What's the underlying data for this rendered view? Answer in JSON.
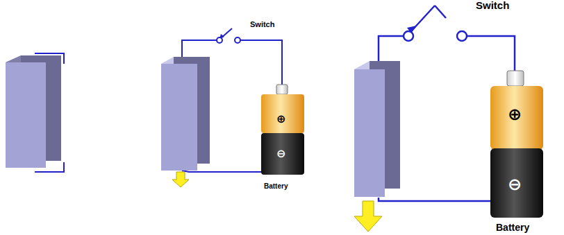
{
  "diagram": {
    "labels": [
      "Switch",
      "⊕",
      "⊖",
      "Battery",
      "Switch",
      "⊕",
      "⊖",
      "Battery"
    ]
  }
}
